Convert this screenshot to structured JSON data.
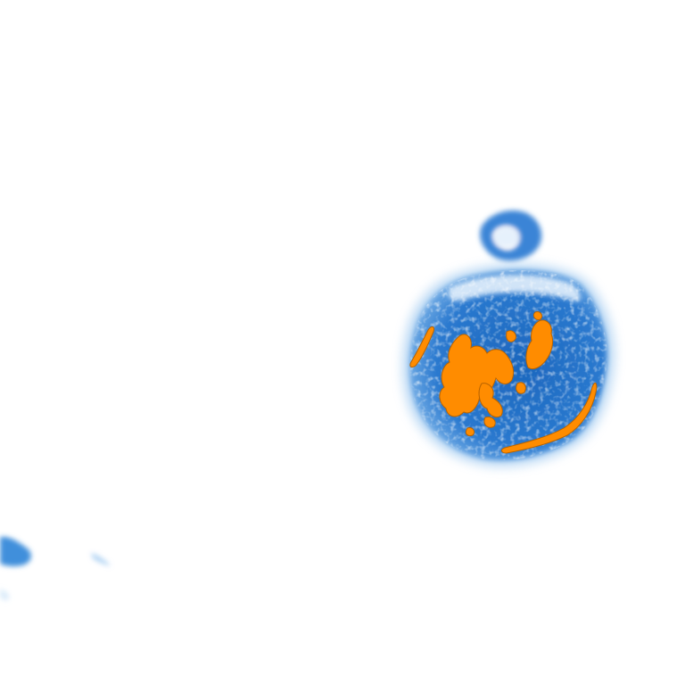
{
  "image": {
    "background_color": "#ffffff",
    "palette": {
      "blue_dark": "#1f6fc4",
      "blue_mid": "#3f8fdb",
      "blue_light": "#9cc8f0",
      "blue_pale": "#d6e9fa",
      "orange": "#ff8c00",
      "orange_edge": "#a35a00"
    },
    "objects": [
      {
        "name": "large-cell",
        "kind": "cell body",
        "color": "#1f6fc4"
      },
      {
        "name": "small-cell",
        "kind": "ring-shaped cell",
        "color": "#3a84d6"
      },
      {
        "name": "orange-inclusions",
        "kind": "highlighted inclusions",
        "color": "#ff8c00"
      },
      {
        "name": "edge-fragment",
        "kind": "partial cell at left edge",
        "color": "#3f8fdb"
      }
    ]
  }
}
